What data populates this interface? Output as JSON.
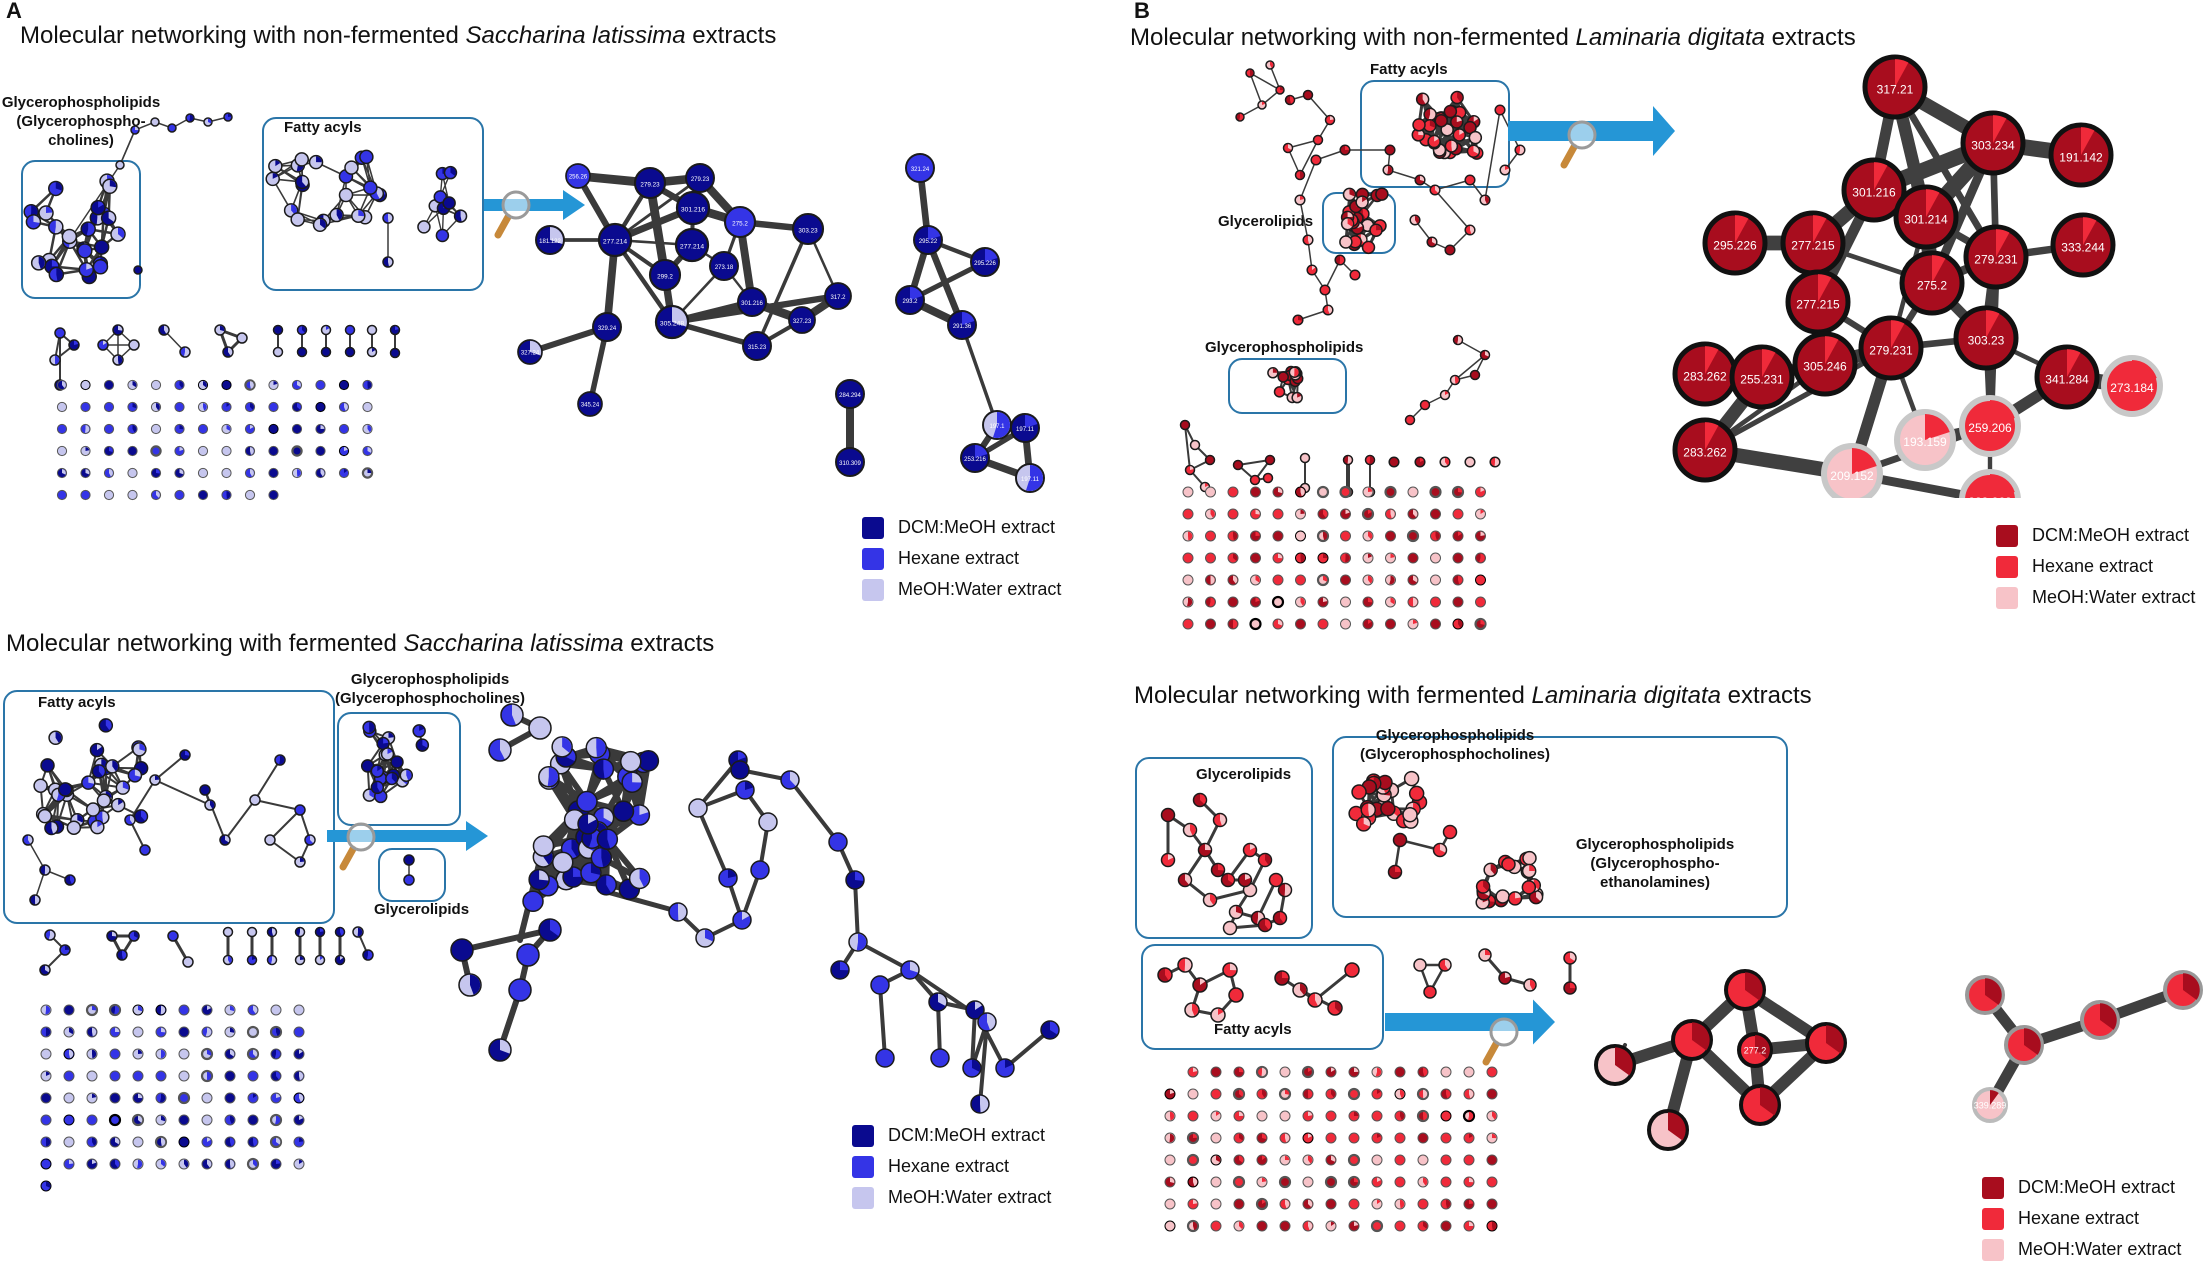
{
  "panels": {
    "A": {
      "letter": "A",
      "colors": {
        "dcm": "#0a0a8f",
        "hexane": "#3434e6",
        "meoh": "#c6c6ee"
      },
      "top": {
        "title_pre": "Molecular networking with non-fermented ",
        "title_species": "Saccharina latissima",
        "title_post": " extracts",
        "labels": {
          "gpl": "Glycerophospholipids\n(Glycerophospho-\ncholines)",
          "fatty": "Fatty acyls"
        },
        "node_labels": {
          "n1": "181.122",
          "n2": "277.214",
          "n3": "279.23",
          "n4": "279.23",
          "n5": "301.216",
          "n6": "275.2",
          "n7": "303.23",
          "n8": "277.214",
          "n9": "273.18",
          "n10": "299.2",
          "n11": "305.248",
          "n12": "301.216",
          "n13": "315.23",
          "n14": "327.23",
          "n15": "317.2",
          "n16": "329.24",
          "n17": "327.24",
          "n18": "345.24",
          "n19": "256.26",
          "m1": "321.24",
          "m2": "295.22",
          "m3": "295.226",
          "m4": "293.2",
          "m5": "291.36",
          "m6": "197.1",
          "m7": "253.216",
          "m8": "197.11",
          "p1": "284.294",
          "p2": "310.309"
        },
        "legend": [
          "DCM:MeOH extract",
          "Hexane extract",
          "MeOH:Water extract"
        ]
      },
      "bottom": {
        "title_pre": "Molecular networking with fermented ",
        "title_species": "Saccharina latissima",
        "title_post": " extracts",
        "labels": {
          "fatty": "Fatty acyls",
          "gpl": "Glycerophospholipids\n(Glycerophosphocholines)",
          "gl": "Glycerolipids"
        },
        "legend": [
          "DCM:MeOH extract",
          "Hexane extract",
          "MeOH:Water extract"
        ]
      }
    },
    "B": {
      "letter": "B",
      "colors": {
        "dcm": "#a80d1e",
        "hexane": "#f02a3a",
        "meoh": "#f7c3c8"
      },
      "top": {
        "title_pre": "Molecular networking with non-fermented ",
        "title_species": "Laminaria digitata",
        "title_post": " extracts",
        "labels": {
          "fatty": "Fatty acyls",
          "gl": "Glycerolipids",
          "gpl": "Glycerophospholipids"
        },
        "node_labels": {
          "r1": "317.21",
          "r2": "303.234",
          "r3": "191.142",
          "r4": "301.216",
          "r5": "301.214",
          "r6": "295.226",
          "r7": "277.215",
          "r8": "275.2",
          "r9": "279.231",
          "r10": "333.244",
          "r11": "277.215",
          "r12": "305.246",
          "r13": "279.231",
          "r14": "303.23",
          "r15": "283.262",
          "r16": "255.231",
          "r17": "259.206",
          "r18": "341.284",
          "r19": "273.184",
          "r20": "193.159",
          "r21": "283.262",
          "r22": "209.152"
        },
        "legend": [
          "DCM:MeOH extract",
          "Hexane extract",
          "MeOH:Water extract"
        ]
      },
      "bottom": {
        "title_pre": "Molecular networking with fermented ",
        "title_species": "Laminaria digitata",
        "title_post": " extracts",
        "labels": {
          "gl": "Glycerolipids",
          "gpc": "Glycerophospholipids\n(Glycerophosphocholines)",
          "gpe": "Glycerophospholipids\n(Glycerophospho-\nethanolamines)",
          "fatty": "Fatty acyls"
        },
        "node_labels": {
          "s1": "277.2",
          "s2": "339.289"
        },
        "legend": [
          "DCM:MeOH extract",
          "Hexane extract",
          "MeOH:Water extract"
        ]
      }
    }
  }
}
